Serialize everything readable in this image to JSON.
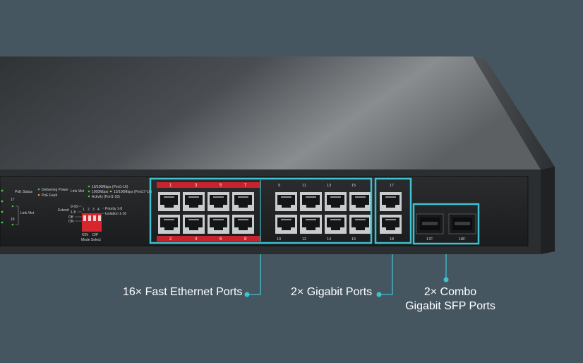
{
  "front_panel": {
    "poe_status": "PoE Status",
    "delivering_power": "Delivering Power",
    "poe_fault": "PoE Fault",
    "link_act": "Link /Act",
    "speed_fe": "10/100Mbps (Port1-16)",
    "speed_ge_1000": "1000Mbps",
    "speed_ge_100": "10/100Mbps (Port17-18)",
    "activity": "Activity (Port1-18)",
    "port_label_17": "17",
    "port_label_18": "18",
    "link_act_side": "Link /Act",
    "extend": "Extend",
    "extend_range": "9-16",
    "extend_range2": "1-8",
    "off": "Off",
    "on": "ON",
    "priority": "Priority 1-8",
    "isolation": "Isolation 1-16",
    "dip_nums": [
      "1",
      "2",
      "3",
      "4"
    ],
    "dip_on": "ION",
    "dip_label": "D/P",
    "mode_select": "Mode Select",
    "fe_top_numbers": [
      "1",
      "3",
      "5",
      "7"
    ],
    "fe_bottom_numbers": [
      "2",
      "4",
      "6",
      "8"
    ],
    "fe2_top_numbers": [
      "9",
      "11",
      "13",
      "15"
    ],
    "fe2_bottom_numbers": [
      "10",
      "12",
      "14",
      "16"
    ],
    "ge_top": "17",
    "ge_bottom": "18",
    "sfp_labels": [
      "17F",
      "18F"
    ]
  },
  "callouts": {
    "fast_ethernet": "16× Fast Ethernet Ports",
    "gigabit": "2× Gigabit Ports",
    "combo_line1": "2× Combo",
    "combo_line2": "Gigabit SFP Ports"
  },
  "colors": {
    "background": "#465660",
    "accent": "#3fc1cf",
    "poe_red": "#c8232c"
  }
}
